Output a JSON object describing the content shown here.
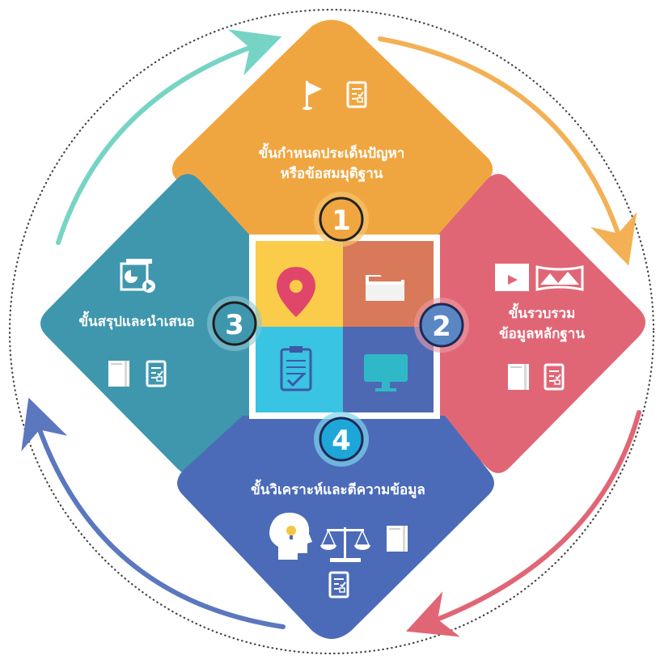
{
  "steps": [
    {
      "number": "1",
      "lines": [
        "ขั้นกำหนดประเด็นปัญหา",
        "หรือข้อสมมุติฐาน"
      ],
      "color": "#F0A640",
      "icons": [
        "flag-icon",
        "checklist-document-icon"
      ]
    },
    {
      "number": "2",
      "lines": [
        "ขั้นรวบรวม",
        "ข้อมูลหลักฐาน"
      ],
      "color": "#E06676",
      "icons": [
        "video-clapper-icon",
        "image-gallery-icon",
        "book-icon",
        "checklist-document-icon"
      ]
    },
    {
      "number": "3",
      "lines": [
        "ขั้นสรุปและนำเสนอ"
      ],
      "color": "#3F97AE",
      "icons": [
        "presentation-slides-icon",
        "book-icon",
        "checklist-document-icon"
      ]
    },
    {
      "number": "4",
      "lines": [
        "ขั้นวิเคราะห์และตีความข้อมูล"
      ],
      "color": "#4B6BB8",
      "icons": [
        "head-lightbulb-icon",
        "balance-scale-icon",
        "book-icon",
        "checklist-document-icon"
      ]
    }
  ],
  "center_tiles": [
    {
      "color": "#FBCC4A",
      "icon": "location-pin-icon"
    },
    {
      "color": "#D8795A",
      "icon": "folder-icon"
    },
    {
      "color": "#39C4E3",
      "icon": "clipboard-check-icon"
    },
    {
      "color": "#4D69B3",
      "icon": "computer-monitor-icon"
    }
  ],
  "arrows": {
    "top_left": "#76D4C5",
    "top_right": "#F3B055",
    "bottom_right": "#E06676",
    "bottom_left": "#5B77BE"
  },
  "dotted_circle_color": "#444444"
}
